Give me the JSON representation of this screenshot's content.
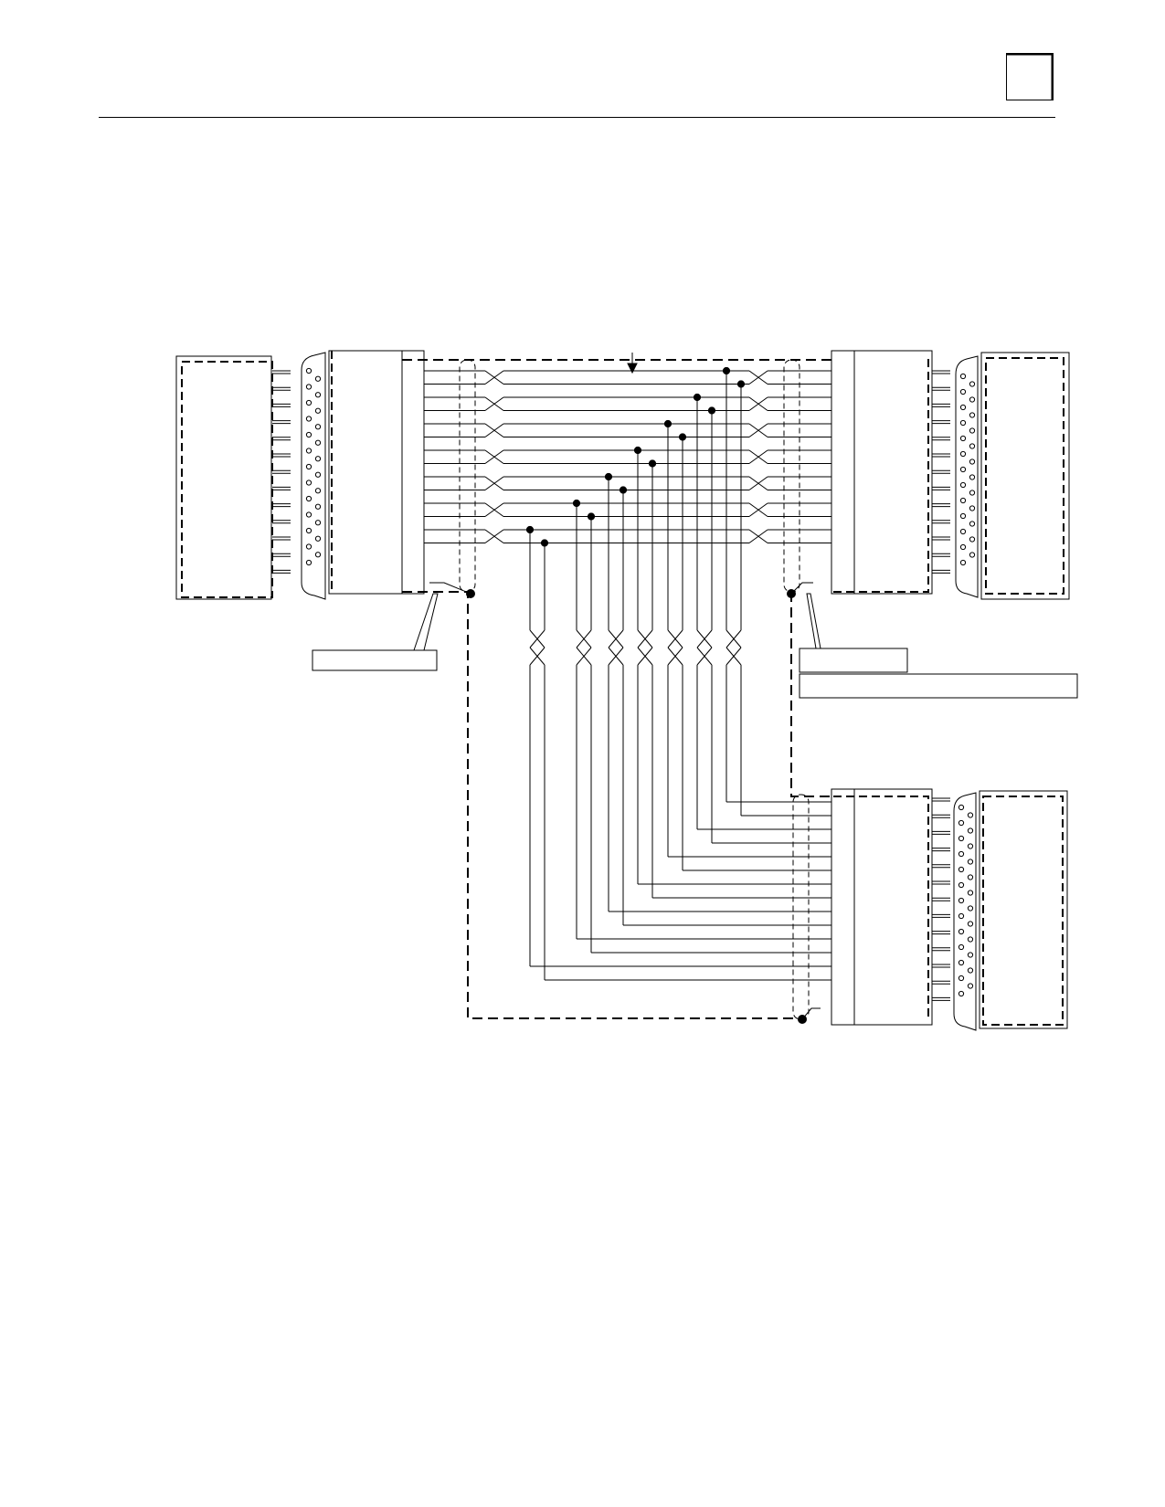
{
  "page": {
    "tab_box_label": ""
  },
  "diagram": {
    "kind": "shielded cable wiring diagram",
    "connectors": [
      {
        "id": "left-connector",
        "pins": 13,
        "label": ""
      },
      {
        "id": "right-top-connector",
        "pins": 13,
        "label": ""
      },
      {
        "id": "right-bottom-connector",
        "pins": 13,
        "label": ""
      }
    ],
    "twisted_pairs": 7,
    "callouts": [
      {
        "id": "left-shield-callout",
        "text": ""
      },
      {
        "id": "right-shield-callout-short",
        "text": ""
      },
      {
        "id": "right-shield-callout-long",
        "text": ""
      }
    ],
    "colors": {
      "line": "#000000",
      "background": "#ffffff"
    }
  }
}
